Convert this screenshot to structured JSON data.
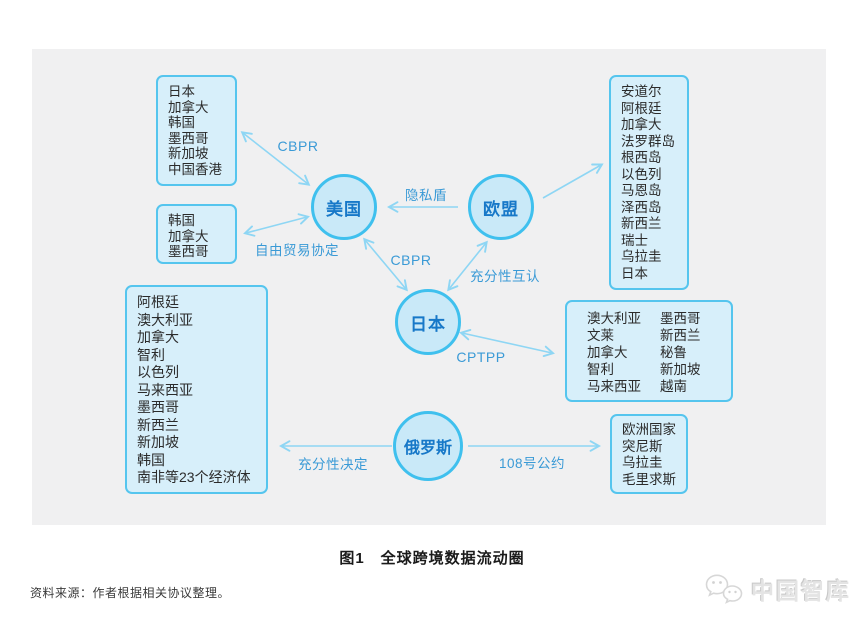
{
  "figure": {
    "caption_no": "图1",
    "caption_title": "全球跨境数据流动圈",
    "source": "资料来源：作者根据相关协议整理。"
  },
  "watermark": {
    "brand": "中国智库",
    "icon": "wechat-icon"
  },
  "colors": {
    "panel_bg": "#f0f0f1",
    "box_fill": "#d7effa",
    "box_border": "#55c5ee",
    "node_fill": "#c9e9f8",
    "node_border": "#3fc0ee",
    "node_text": "#1778c8",
    "arrow": "#8ed6f4",
    "edge_label": "#3a9ad6"
  },
  "diagram": {
    "nodes": {
      "usa": {
        "label": "美国"
      },
      "eu": {
        "label": "欧盟"
      },
      "japan": {
        "label": "日本"
      },
      "russia": {
        "label": "俄罗斯"
      }
    },
    "boxes": {
      "us_cbpr": [
        "日本",
        "加拿大",
        "韩国",
        "墨西哥",
        "新加坡",
        "中国香港"
      ],
      "us_fta": [
        "韩国",
        "加拿大",
        "墨西哥"
      ],
      "eu_adequacy": [
        "安道尔",
        "阿根廷",
        "加拿大",
        "法罗群岛",
        "根西岛",
        "以色列",
        "马恩岛",
        "泽西岛",
        "新西兰",
        "瑞士",
        "乌拉圭",
        "日本"
      ],
      "jp_cptpp_col1": [
        "澳大利亚",
        "文莱",
        "加拿大",
        "智利",
        "马来西亚"
      ],
      "jp_cptpp_col2": [
        "墨西哥",
        "新西兰",
        "秘鲁",
        "新加坡",
        "越南"
      ],
      "left_big": [
        "阿根廷",
        "澳大利亚",
        "加拿大",
        "智利",
        "以色列",
        "马来西亚",
        "墨西哥",
        "新西兰",
        "新加坡",
        "韩国",
        "南非等23个经济体"
      ],
      "ru_108": [
        "欧洲国家",
        "突尼斯",
        "乌拉圭",
        "毛里求斯"
      ]
    },
    "edges": [
      {
        "from": "us_cbpr_box",
        "to": "usa",
        "label": "CBPR",
        "arrows": "both"
      },
      {
        "from": "us_fta_box",
        "to": "usa",
        "label": "自由贸易协定",
        "arrows": "both"
      },
      {
        "from": "eu",
        "to": "usa",
        "label": "隐私盾",
        "arrows": "to"
      },
      {
        "from": "usa",
        "to": "japan",
        "label": "CBPR",
        "arrows": "both"
      },
      {
        "from": "eu",
        "to": "japan",
        "label": "充分性互认",
        "arrows": "both"
      },
      {
        "from": "eu",
        "to": "eu_adequacy_box",
        "label": "",
        "arrows": "to"
      },
      {
        "from": "japan",
        "to": "jp_cptpp_box",
        "label": "CPTPP",
        "arrows": "both"
      },
      {
        "from": "russia",
        "to": "left_big_box",
        "label": "充分性决定",
        "arrows": "to"
      },
      {
        "from": "russia",
        "to": "ru_108_box",
        "label": "108号公约",
        "arrows": "to"
      }
    ]
  }
}
